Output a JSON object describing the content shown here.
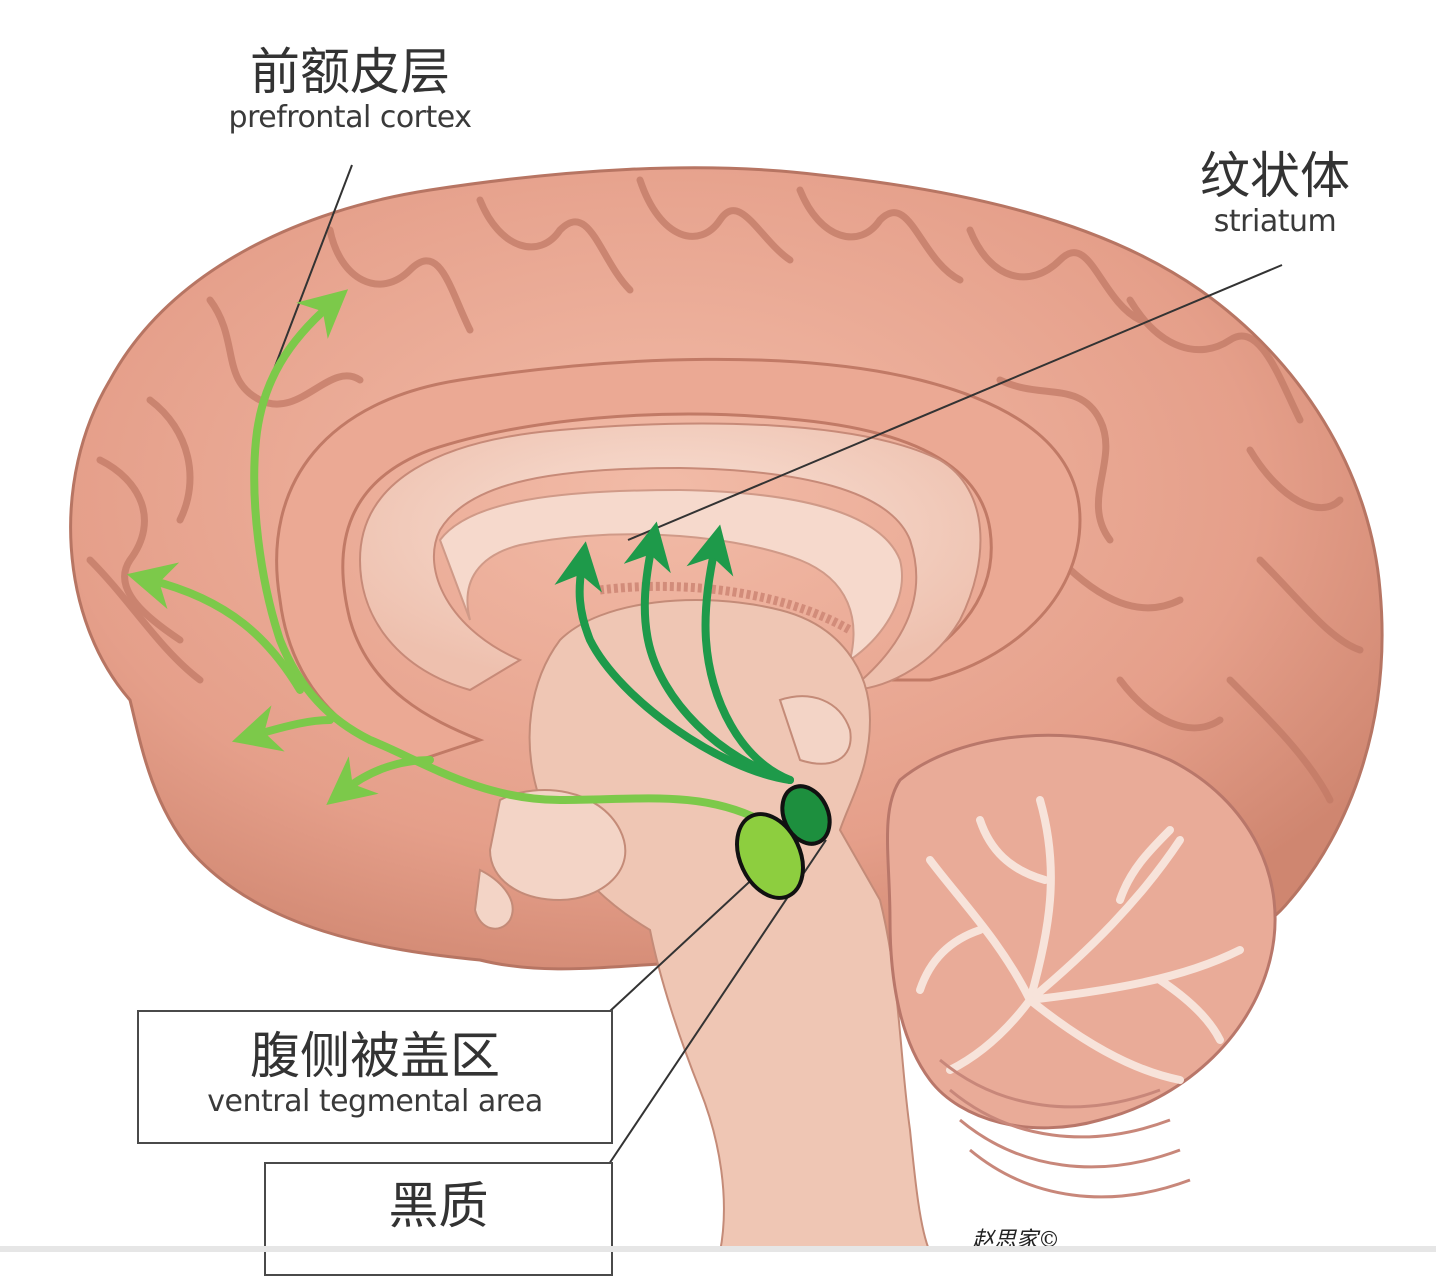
{
  "labels": {
    "prefrontal_cortex": {
      "zh": "前额皮层",
      "en": "prefrontal cortex"
    },
    "striatum": {
      "zh": "纹状体",
      "en": "striatum"
    },
    "ventral_tegmental_area": {
      "zh": "腹侧被盖区",
      "en": "ventral tegmental area"
    },
    "substantia_nigra": {
      "zh": "黑质"
    }
  },
  "signature": "赵思家©",
  "colors": {
    "cortex": "#e8a793",
    "cortex_shadow": "#c98472",
    "inner_tissue": "#f3d2c4",
    "mesocortical_pathway": "#7cc94a",
    "nigrostriatal_pathway": "#1e9a4a",
    "vta_nucleus": "#8dce3f",
    "sn_nucleus": "#1d8f3e"
  }
}
